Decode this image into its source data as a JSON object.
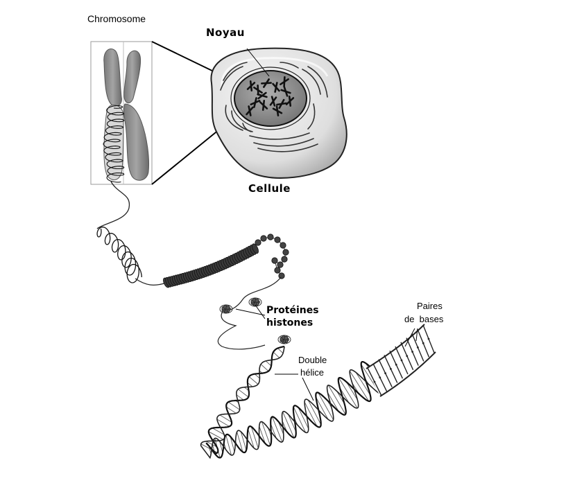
{
  "labels": {
    "chromosome": "Chromosome",
    "nucleus": "Noyau",
    "cell": "Cellule",
    "histones_line1": "Protéines",
    "histones_line2": "histones",
    "double_helix_line1": "Double",
    "double_helix_line2": "hélice",
    "base_pairs_line1": "Paires",
    "base_pairs_line2": "de  bases"
  },
  "colors": {
    "ink": "#000000",
    "chromatid_fill": "#8c8c8c",
    "cell_fill": "#e4e4e4",
    "nucleus_fill": "#9a9a9a",
    "background": "#ffffff"
  }
}
